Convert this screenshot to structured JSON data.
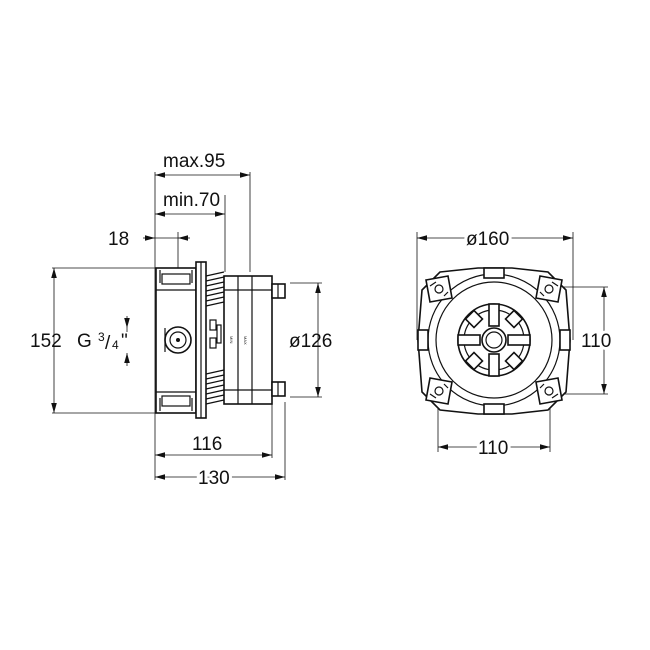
{
  "dimensions": {
    "max_depth": "max.95",
    "min_depth": "min.70",
    "offset": "18",
    "height": "152",
    "thread_prefix": "G",
    "thread_fraction_num": "3",
    "thread_fraction_den": "4",
    "thread_suffix": "\"",
    "diameter_cover": "ø126",
    "width_body": "116",
    "width_total": "130",
    "diameter_flange": "ø160",
    "hole_spacing_vertical": "110",
    "hole_spacing_horizontal": "110"
  },
  "body_markings": {
    "min_label": "MIN",
    "max_label": "MAX"
  }
}
